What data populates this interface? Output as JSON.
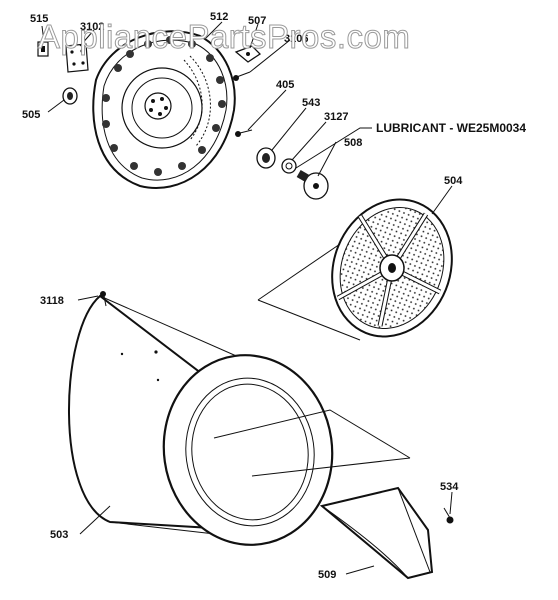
{
  "watermark": "AppliancePartsPros.com",
  "lubricant": "LUBRICANT - WE25M0034",
  "labels": {
    "p515": "515",
    "p3102": "3102",
    "p512": "512",
    "p507": "507",
    "p3106": "3106",
    "p505": "505",
    "p405": "405",
    "p543": "543",
    "p3127": "3127",
    "p508": "508",
    "p504": "504",
    "p3118": "3118",
    "p503": "503",
    "p534": "534",
    "p509": "509"
  }
}
